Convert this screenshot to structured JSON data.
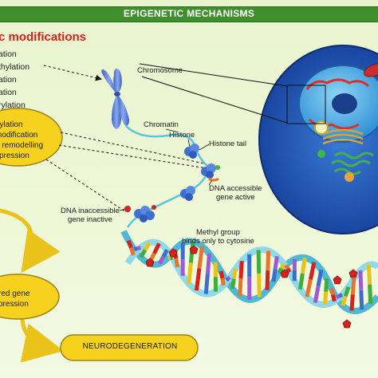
{
  "header": {
    "title": "EPIGENETIC MECHANISMS",
    "bar_color": "#3f8f2c"
  },
  "modifications": {
    "heading": "c modifications",
    "items": [
      "ation",
      "thylation",
      "ation",
      "ation",
      "rylation"
    ]
  },
  "mechanisms_oval": {
    "lines": [
      "hylation",
      "modification",
      "n remodelling",
      "xpression"
    ],
    "color": "#f6d21e"
  },
  "labels": {
    "chromosome": "Chromosome",
    "chromatin": "Chromatin",
    "histone": "Histone",
    "histone_tail": "Histone tail",
    "dna_accessible": [
      "DNA accessible",
      "gene active"
    ],
    "dna_inaccessible": [
      "DNA inaccessible",
      "gene inactive"
    ],
    "methyl_group": [
      "Methyl group",
      "binds only to cytosine"
    ]
  },
  "outcomes": {
    "altered_expression": [
      "red gene",
      "pression"
    ],
    "neurodegeneration": "NEURODEGENERATION"
  },
  "colors": {
    "background": "#eaf5d2",
    "oval_fill": "#f6d21e",
    "oval_stroke": "#9a8310",
    "arrow_yellow": "#e9c21a",
    "cell_fill": "#1f56b8",
    "nucleus_fill": "#3ea4e6",
    "chromosome": "#5a7fd6",
    "dna_strand": "#5ac6dc",
    "methyl": "#d6211f",
    "heading_red": "#d8201a"
  }
}
